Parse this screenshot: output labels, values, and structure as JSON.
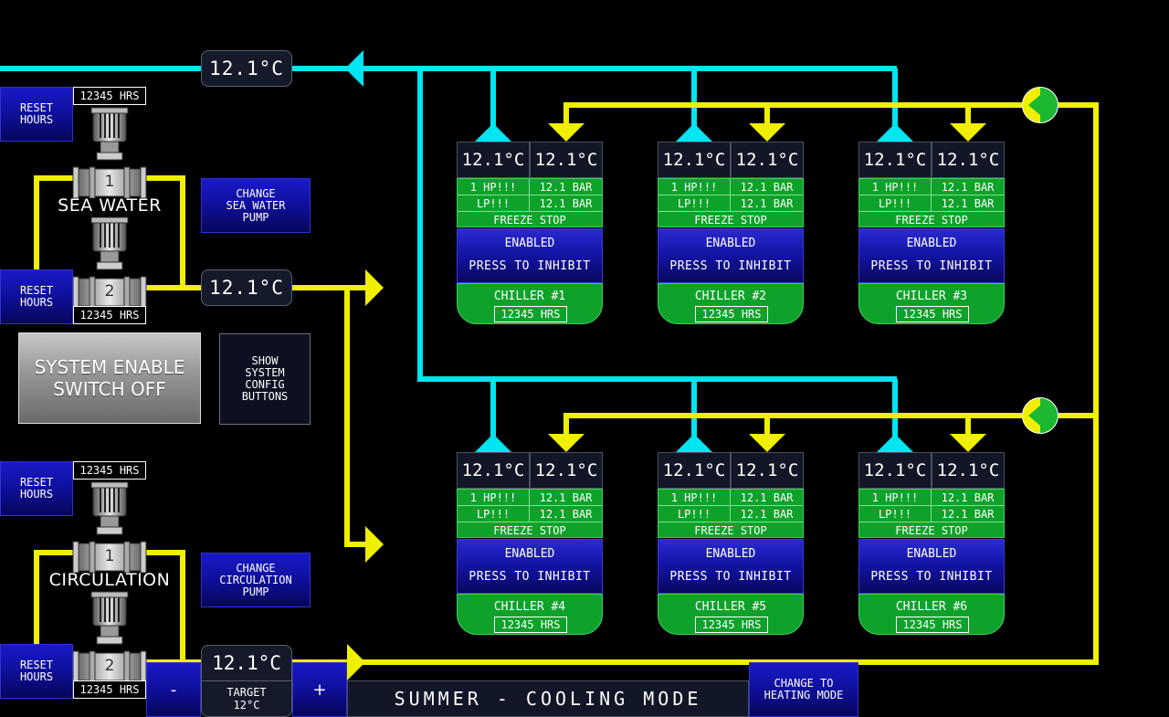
{
  "colors": {
    "supply_pipe": "#00e5f0",
    "return_pipe": "#f0ef00",
    "status_green": "#0fa22a",
    "button_blue": "#1010a0"
  },
  "readouts": {
    "top_supply": "12.1°C",
    "sea_water_out": "12.1°C",
    "circulation_out": "12.1°C"
  },
  "sea_water": {
    "label": "SEA WATER",
    "pump1": {
      "number": "1",
      "hours": "12345 HRS",
      "reset": "RESET\nHOURS"
    },
    "pump2": {
      "number": "2",
      "hours": "12345 HRS",
      "reset": "RESET\nHOURS"
    },
    "change_button": "CHANGE\nSEA WATER\nPUMP"
  },
  "circulation": {
    "label": "CIRCULATION",
    "pump1": {
      "number": "1",
      "hours": "12345 HRS",
      "reset": "RESET\nHOURS"
    },
    "pump2": {
      "number": "2",
      "hours": "12345 HRS",
      "reset": "RESET\nHOURS"
    },
    "change_button": "CHANGE\nCIRCULATION\nPUMP"
  },
  "system_enable": {
    "line1": "SYSTEM ENABLE",
    "line2": "SWITCH OFF"
  },
  "config_button": "SHOW\nSYSTEM\nCONFIG\nBUTTONS",
  "chillers": [
    {
      "name": "CHILLER #1",
      "temp_in": "12.1°C",
      "temp_out": "12.1°C",
      "hp": "1 HP!!!",
      "lp": "LP!!!",
      "hp_bar": "12.1 BAR",
      "lp_bar": "12.1 BAR",
      "freeze": "FREEZE STOP",
      "status": "ENABLED",
      "action": "PRESS TO INHIBIT",
      "hours": "12345 HRS"
    },
    {
      "name": "CHILLER #2",
      "temp_in": "12.1°C",
      "temp_out": "12.1°C",
      "hp": "1 HP!!!",
      "lp": "LP!!!",
      "hp_bar": "12.1 BAR",
      "lp_bar": "12.1 BAR",
      "freeze": "FREEZE STOP",
      "status": "ENABLED",
      "action": "PRESS TO INHIBIT",
      "hours": "12345 HRS"
    },
    {
      "name": "CHILLER #3",
      "temp_in": "12.1°C",
      "temp_out": "12.1°C",
      "hp": "1 HP!!!",
      "lp": "LP!!!",
      "hp_bar": "12.1 BAR",
      "lp_bar": "12.1 BAR",
      "freeze": "FREEZE STOP",
      "status": "ENABLED",
      "action": "PRESS TO INHIBIT",
      "hours": "12345 HRS"
    },
    {
      "name": "CHILLER #4",
      "temp_in": "12.1°C",
      "temp_out": "12.1°C",
      "hp": "1 HP!!!",
      "lp": "LP!!!",
      "hp_bar": "12.1 BAR",
      "lp_bar": "12.1 BAR",
      "freeze": "FREEZE STOP",
      "status": "ENABLED",
      "action": "PRESS TO INHIBIT",
      "hours": "12345 HRS"
    },
    {
      "name": "CHILLER #5",
      "temp_in": "12.1°C",
      "temp_out": "12.1°C",
      "hp": "1 HP!!!",
      "lp": "LP!!!",
      "hp_bar": "12.1 BAR",
      "lp_bar": "12.1 BAR",
      "freeze": "FREEZE STOP",
      "status": "ENABLED",
      "action": "PRESS TO INHIBIT",
      "hours": "12345 HRS"
    },
    {
      "name": "CHILLER #6",
      "temp_in": "12.1°C",
      "temp_out": "12.1°C",
      "hp": "1 HP!!!",
      "lp": "LP!!!",
      "hp_bar": "12.1 BAR",
      "lp_bar": "12.1 BAR",
      "freeze": "FREEZE STOP",
      "status": "ENABLED",
      "action": "PRESS TO INHIBIT",
      "hours": "12345 HRS"
    }
  ],
  "target": {
    "value": "12.1°C",
    "label": "TARGET\n12°C",
    "minus": "-",
    "plus": "+"
  },
  "mode": {
    "label": "SUMMER - COOLING MODE",
    "change_button": "CHANGE TO\nHEATING MODE"
  }
}
